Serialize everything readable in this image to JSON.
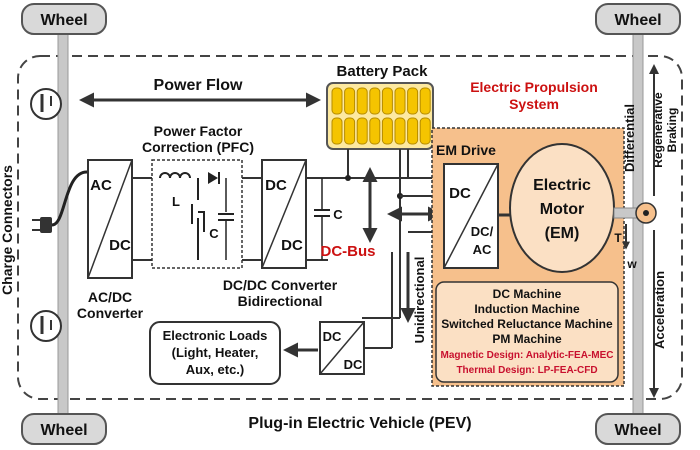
{
  "wheels": {
    "top_left": "Wheel",
    "top_right": "Wheel",
    "bottom_left": "Wheel",
    "bottom_right": "Wheel"
  },
  "side_labels": {
    "charge_connectors": "Charge Connectors",
    "differential": "Differential",
    "regenerative_braking_line1": "Regenerative",
    "regenerative_braking_line2": "Braking",
    "acceleration": "Acceleration",
    "unidirectional": "Unidirectional"
  },
  "power_flow": "Power Flow",
  "battery_pack": "Battery Pack",
  "pfc": {
    "line1": "Power Factor",
    "line2": "Correction (PFC)",
    "inductor": "L",
    "capacitor": "C"
  },
  "ac_dc": {
    "top": "AC",
    "bottom": "DC",
    "caption_line1": "AC/DC",
    "caption_line2": "Converter"
  },
  "dcdc_bidir": {
    "top": "DC",
    "bottom": "DC",
    "caption_line1": "DC/DC Converter",
    "caption_line2": "Bidirectional"
  },
  "dc_bus": {
    "capacitor": "C",
    "label": "DC-Bus"
  },
  "propulsion": {
    "title_line1": "Electric Propulsion",
    "title_line2": "System",
    "em_drive": "EM Drive",
    "drive_dc": "DC",
    "drive_dcac_line1": "DC/",
    "drive_dcac_line2": "AC",
    "motor_line1": "Electric",
    "motor_line2": "Motor",
    "motor_line3": "(EM)",
    "torque_t": "T",
    "torque_w": "w"
  },
  "machines": {
    "items": [
      "DC Machine",
      "Induction Machine",
      "Switched Reluctance Machine",
      "PM Machine"
    ],
    "magnetic_design": "Magnetic Design: Analytic-FEA-MEC",
    "thermal_design": "Thermal Design: LP-FEA-CFD"
  },
  "loads": {
    "line1": "Electronic Loads",
    "line2": "(Light, Heater,",
    "line3": "Aux, etc.)"
  },
  "aux_dcdc": {
    "top": "DC",
    "bottom": "DC"
  },
  "caption": "Plug-in Electric Vehicle (PEV)",
  "colors": {
    "wheel_fill": "#d9d9d9",
    "battery_cell": "#f5c400",
    "battery_bg": "#fde9a0",
    "propulsion_bg": "#f6c08c",
    "propulsion_inner": "#fbe0c4",
    "red_text": "#cc1111"
  }
}
